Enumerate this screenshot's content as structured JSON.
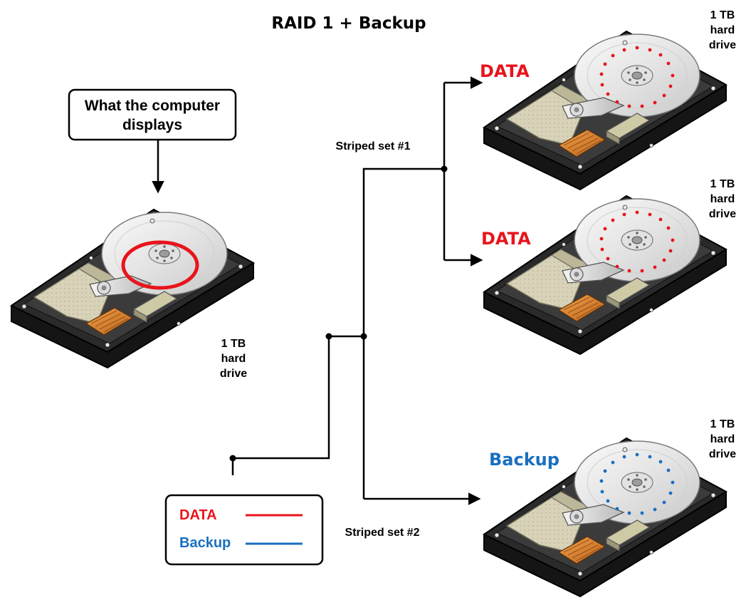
{
  "title": "RAID 1 + Backup",
  "colors": {
    "data": "#e8141c",
    "backup": "#1a6fc0",
    "line": "#000000"
  },
  "computer_view": {
    "callout_line1": "What the computer",
    "callout_line2": "displays",
    "capacity_line1": "1 TB",
    "capacity_line2": "hard",
    "capacity_line3": "drive"
  },
  "striped_set_1": "Striped set #1",
  "striped_set_2": "Striped set #2",
  "drives": [
    {
      "tag": "DATA",
      "tag_color": "data",
      "capacity_line1": "1 TB",
      "capacity_line2": "hard",
      "capacity_line3": "drive"
    },
    {
      "tag": "DATA",
      "tag_color": "data",
      "capacity_line1": "1 TB",
      "capacity_line2": "hard",
      "capacity_line3": "drive"
    },
    {
      "tag": "Backup",
      "tag_color": "backup",
      "capacity_line1": "1 TB",
      "capacity_line2": "hard",
      "capacity_line3": "drive"
    }
  ],
  "legend": {
    "data_label": "DATA",
    "backup_label": "Backup"
  }
}
